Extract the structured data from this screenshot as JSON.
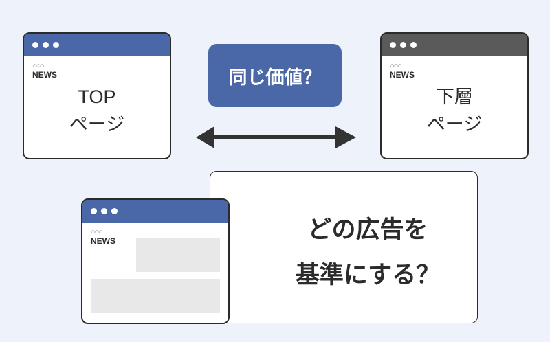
{
  "colors": {
    "background": "#eef3fb",
    "accent": "#4a67a8",
    "lower_header": "#5a5a5a",
    "border": "#2b2b2b"
  },
  "top_page": {
    "site_name": "○○○",
    "site_label": "NEWS",
    "title_line1": "TOP",
    "title_line2": "ページ"
  },
  "lower_page": {
    "site_name": "○○○",
    "site_label": "NEWS",
    "title_line1": "下層",
    "title_line2": "ページ"
  },
  "question_badge": {
    "text": "同じ価値？"
  },
  "arrow": {
    "type": "double-headed-arrow"
  },
  "ad_page": {
    "site_name": "○○○",
    "site_label": "NEWS"
  },
  "ad_question": {
    "line1": "どの広告を",
    "line2": "基準にする？"
  }
}
